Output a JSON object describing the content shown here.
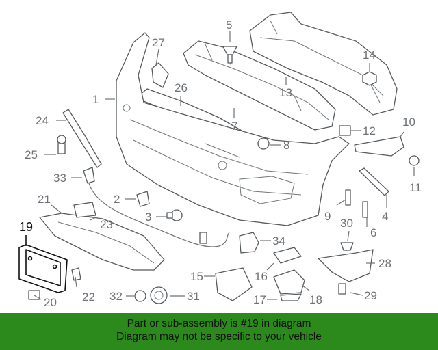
{
  "diagram": {
    "title": "Front bumper assembly exploded parts diagram",
    "highlighted_part": "19",
    "callouts": [
      "1",
      "2",
      "3",
      "4",
      "5",
      "6",
      "7",
      "8",
      "9",
      "10",
      "11",
      "12",
      "13",
      "14",
      "15",
      "16",
      "17",
      "18",
      "19",
      "20",
      "21",
      "22",
      "23",
      "24",
      "25",
      "26",
      "27",
      "28",
      "29",
      "30",
      "31",
      "32",
      "33",
      "34"
    ]
  },
  "footer": {
    "line1": "Part or sub-assembly is #19 in diagram",
    "line2": "Diagram may not be specific to your vehicle",
    "background": "#2b8a1b"
  },
  "colors": {
    "line": "#555a5e",
    "label": "#6e7276",
    "highlight": "#111111"
  }
}
